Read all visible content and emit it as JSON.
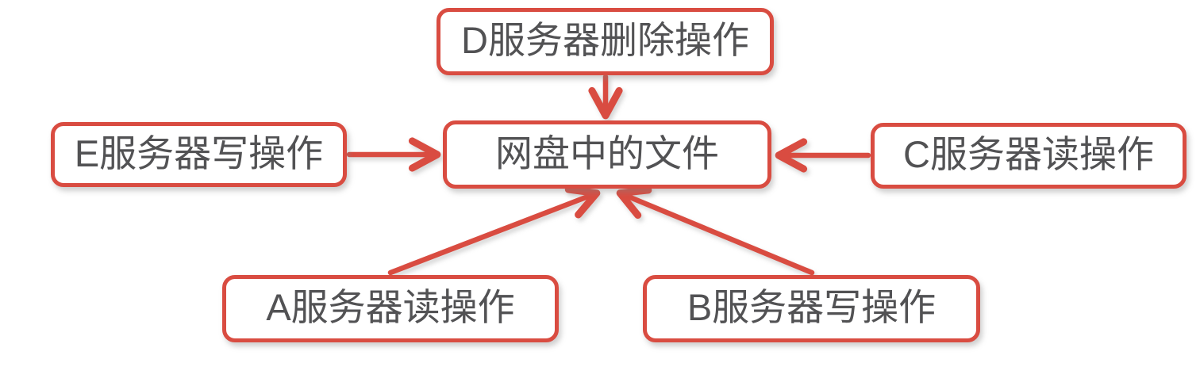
{
  "diagram": {
    "type": "node-edge-diagram",
    "colors": {
      "accent": "#d94c41",
      "text": "#525254",
      "background": "#ffffff"
    },
    "nodes": {
      "center": {
        "label": "网盘中的文件"
      },
      "d": {
        "label": "D服务器删除操作"
      },
      "e": {
        "label": "E服务器写操作"
      },
      "c": {
        "label": "C服务器读操作"
      },
      "a": {
        "label": "A服务器读操作"
      },
      "b": {
        "label": "B服务器写操作"
      }
    },
    "edges": [
      {
        "from": "d",
        "to": "center",
        "direction": "down"
      },
      {
        "from": "e",
        "to": "center",
        "direction": "right"
      },
      {
        "from": "c",
        "to": "center",
        "direction": "left"
      },
      {
        "from": "a",
        "to": "center",
        "direction": "up-right"
      },
      {
        "from": "b",
        "to": "center",
        "direction": "up-left"
      }
    ]
  }
}
